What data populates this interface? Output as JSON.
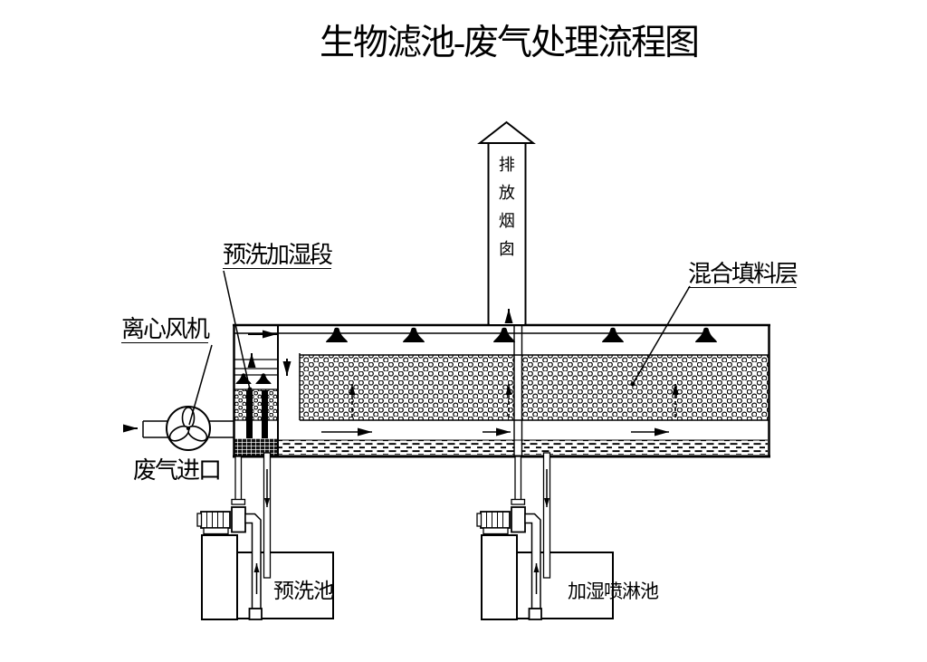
{
  "title": "生物滤池-废气处理流程图",
  "labels": {
    "chimney": "排放烟囱",
    "prewash_section": "预洗加湿段",
    "fan": "离心风机",
    "packing": "混合填料层",
    "gas_inlet": "废气进口",
    "prewash_pool": "预洗池",
    "spray_pool": "加湿喷淋池"
  },
  "colors": {
    "line": "#000000",
    "background": "#ffffff"
  }
}
